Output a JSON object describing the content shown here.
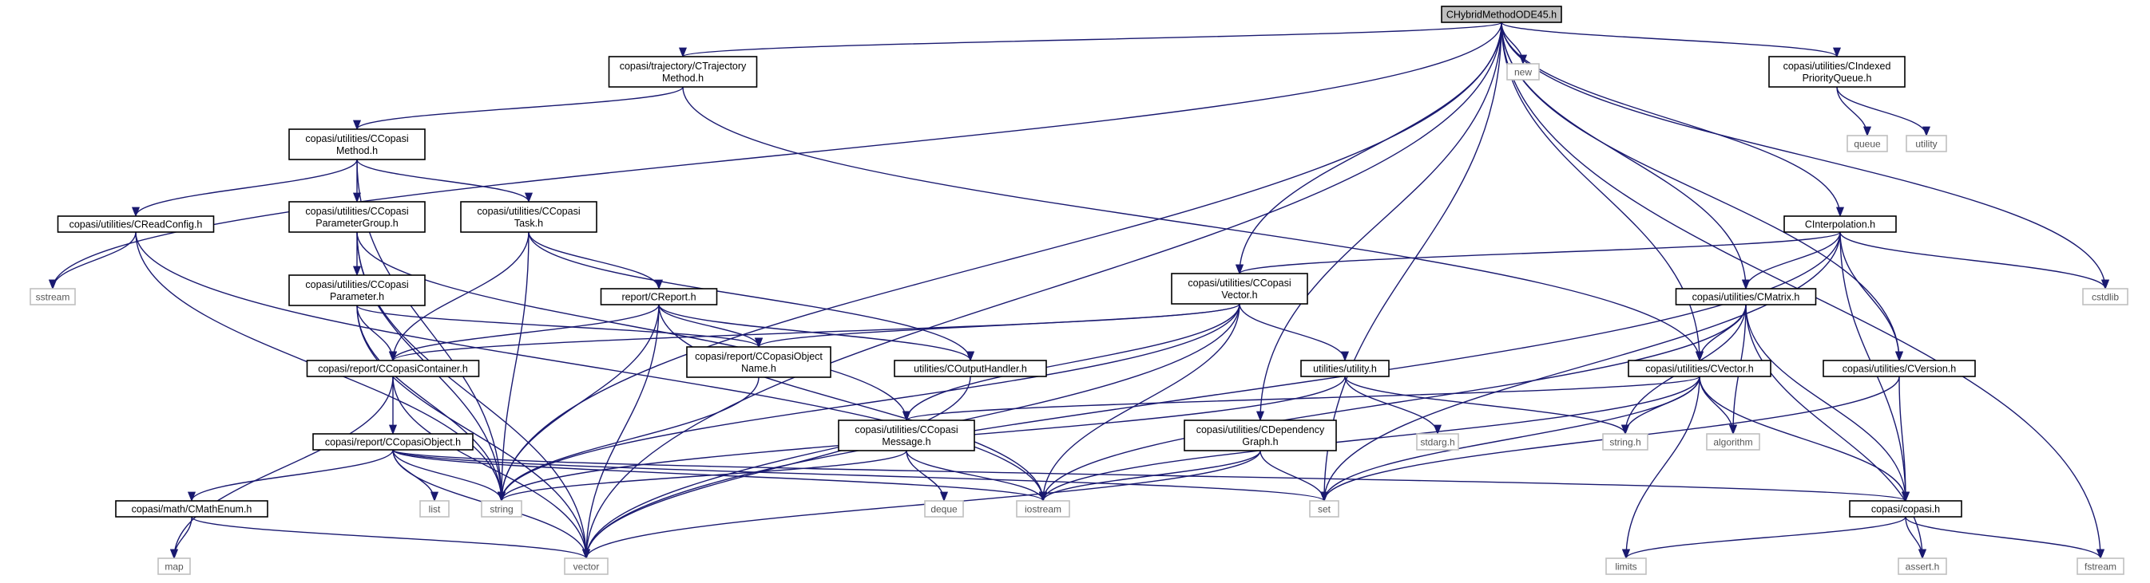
{
  "diagram": {
    "type": "include-dependency-graph",
    "colors": {
      "edge": "#191970",
      "root_fill": "#bfbfbf",
      "node_border": "#000000",
      "system_border": "#bfbfbf",
      "background": "#ffffff"
    },
    "nodes": [
      {
        "id": "root",
        "lines": [
          "CHybridMethodODE45.h"
        ],
        "kind": "root"
      },
      {
        "id": "ctraj",
        "lines": [
          "copasi/trajectory/CTrajectory",
          "Method.h"
        ],
        "kind": "file"
      },
      {
        "id": "new",
        "lines": [
          "new"
        ],
        "kind": "system"
      },
      {
        "id": "cindexed",
        "lines": [
          "copasi/utilities/CIndexed",
          "PriorityQueue.h"
        ],
        "kind": "file"
      },
      {
        "id": "queue",
        "lines": [
          "queue"
        ],
        "kind": "system"
      },
      {
        "id": "utility",
        "lines": [
          "utility"
        ],
        "kind": "system"
      },
      {
        "id": "cmethod",
        "lines": [
          "copasi/utilities/CCopasi",
          "Method.h"
        ],
        "kind": "file"
      },
      {
        "id": "creadconfig",
        "lines": [
          "copasi/utilities/CReadConfig.h"
        ],
        "kind": "file"
      },
      {
        "id": "cparamgroup",
        "lines": [
          "copasi/utilities/CCopasi",
          "ParameterGroup.h"
        ],
        "kind": "file"
      },
      {
        "id": "ctask",
        "lines": [
          "copasi/utilities/CCopasi",
          "Task.h"
        ],
        "kind": "file"
      },
      {
        "id": "cinterp",
        "lines": [
          "CInterpolation.h"
        ],
        "kind": "file"
      },
      {
        "id": "sstream",
        "lines": [
          "sstream"
        ],
        "kind": "system"
      },
      {
        "id": "cparameter",
        "lines": [
          "copasi/utilities/CCopasi",
          "Parameter.h"
        ],
        "kind": "file"
      },
      {
        "id": "creport",
        "lines": [
          "report/CReport.h"
        ],
        "kind": "file"
      },
      {
        "id": "ccvector",
        "lines": [
          "copasi/utilities/CCopasi",
          "Vector.h"
        ],
        "kind": "file"
      },
      {
        "id": "cmatrix",
        "lines": [
          "copasi/utilities/CMatrix.h"
        ],
        "kind": "file"
      },
      {
        "id": "cstdlib",
        "lines": [
          "cstdlib"
        ],
        "kind": "system"
      },
      {
        "id": "ccontainer",
        "lines": [
          "copasi/report/CCopasiContainer.h"
        ],
        "kind": "file"
      },
      {
        "id": "cobjname",
        "lines": [
          "copasi/report/CCopasiObject",
          "Name.h"
        ],
        "kind": "file"
      },
      {
        "id": "coutput",
        "lines": [
          "utilities/COutputHandler.h"
        ],
        "kind": "file"
      },
      {
        "id": "utilityh",
        "lines": [
          "utilities/utility.h"
        ],
        "kind": "file"
      },
      {
        "id": "cvector",
        "lines": [
          "copasi/utilities/CVector.h"
        ],
        "kind": "file"
      },
      {
        "id": "cversion",
        "lines": [
          "copasi/utilities/CVersion.h"
        ],
        "kind": "file"
      },
      {
        "id": "cobject",
        "lines": [
          "copasi/report/CCopasiObject.h"
        ],
        "kind": "file"
      },
      {
        "id": "cmessage",
        "lines": [
          "copasi/utilities/CCopasi",
          "Message.h"
        ],
        "kind": "file"
      },
      {
        "id": "stdarg",
        "lines": [
          "stdarg.h"
        ],
        "kind": "system"
      },
      {
        "id": "cdepgraph",
        "lines": [
          "copasi/utilities/CDependency",
          "Graph.h"
        ],
        "kind": "file"
      },
      {
        "id": "stringh",
        "lines": [
          "string.h"
        ],
        "kind": "system"
      },
      {
        "id": "algorithm",
        "lines": [
          "algorithm"
        ],
        "kind": "system"
      },
      {
        "id": "cmathenum",
        "lines": [
          "copasi/math/CMathEnum.h"
        ],
        "kind": "file"
      },
      {
        "id": "list",
        "lines": [
          "list"
        ],
        "kind": "system"
      },
      {
        "id": "string",
        "lines": [
          "string"
        ],
        "kind": "system"
      },
      {
        "id": "deque",
        "lines": [
          "deque"
        ],
        "kind": "system"
      },
      {
        "id": "iostream",
        "lines": [
          "iostream"
        ],
        "kind": "system"
      },
      {
        "id": "set",
        "lines": [
          "set"
        ],
        "kind": "system"
      },
      {
        "id": "copasih",
        "lines": [
          "copasi/copasi.h"
        ],
        "kind": "file"
      },
      {
        "id": "map",
        "lines": [
          "map"
        ],
        "kind": "system"
      },
      {
        "id": "vector",
        "lines": [
          "vector"
        ],
        "kind": "system"
      },
      {
        "id": "limits",
        "lines": [
          "limits"
        ],
        "kind": "system"
      },
      {
        "id": "asserth",
        "lines": [
          "assert.h"
        ],
        "kind": "system"
      },
      {
        "id": "fstream",
        "lines": [
          "fstream"
        ],
        "kind": "system"
      }
    ],
    "edges": [
      [
        "root",
        "ctraj"
      ],
      [
        "root",
        "sstream"
      ],
      [
        "root",
        "string"
      ],
      [
        "root",
        "new"
      ],
      [
        "root",
        "cindexed"
      ],
      [
        "root",
        "ccvector"
      ],
      [
        "root",
        "cdepgraph"
      ],
      [
        "root",
        "cmatrix"
      ],
      [
        "root",
        "cinterp"
      ],
      [
        "root",
        "cvector"
      ],
      [
        "root",
        "cversion"
      ],
      [
        "root",
        "cstdlib"
      ],
      [
        "root",
        "fstream"
      ],
      [
        "root",
        "set"
      ],
      [
        "root",
        "vector"
      ],
      [
        "cindexed",
        "queue"
      ],
      [
        "cindexed",
        "utility"
      ],
      [
        "ctraj",
        "cmethod"
      ],
      [
        "ctraj",
        "cvector"
      ],
      [
        "cmethod",
        "creadconfig"
      ],
      [
        "cmethod",
        "cparamgroup"
      ],
      [
        "cmethod",
        "ctask"
      ],
      [
        "cmethod",
        "string"
      ],
      [
        "creadconfig",
        "sstream"
      ],
      [
        "creadconfig",
        "string"
      ],
      [
        "creadconfig",
        "iostream"
      ],
      [
        "cparamgroup",
        "cparameter"
      ],
      [
        "cparamgroup",
        "cmessage"
      ],
      [
        "cparamgroup",
        "vector"
      ],
      [
        "cparamgroup",
        "string"
      ],
      [
        "ctask",
        "ccontainer"
      ],
      [
        "ctask",
        "creport"
      ],
      [
        "ctask",
        "coutput"
      ],
      [
        "ctask",
        "string"
      ],
      [
        "cparameter",
        "ccontainer"
      ],
      [
        "cparameter",
        "cobjname"
      ],
      [
        "cparameter",
        "string"
      ],
      [
        "cparameter",
        "vector"
      ],
      [
        "creport",
        "ccontainer"
      ],
      [
        "creport",
        "cobjname"
      ],
      [
        "creport",
        "coutput"
      ],
      [
        "creport",
        "string"
      ],
      [
        "creport",
        "vector"
      ],
      [
        "creport",
        "iostream"
      ],
      [
        "ccontainer",
        "cobject"
      ],
      [
        "ccontainer",
        "map"
      ],
      [
        "ccontainer",
        "vector"
      ],
      [
        "cobject",
        "cmathenum"
      ],
      [
        "cobject",
        "list"
      ],
      [
        "cobject",
        "string"
      ],
      [
        "cobject",
        "vector"
      ],
      [
        "cobject",
        "set"
      ],
      [
        "cobject",
        "iostream"
      ],
      [
        "cobject",
        "copasih"
      ],
      [
        "cmathenum",
        "map"
      ],
      [
        "cmathenum",
        "vector"
      ],
      [
        "cobjname",
        "string"
      ],
      [
        "coutput",
        "vector"
      ],
      [
        "ccvector",
        "ccontainer"
      ],
      [
        "ccvector",
        "cobjname"
      ],
      [
        "ccvector",
        "utilityh"
      ],
      [
        "ccvector",
        "cmessage"
      ],
      [
        "ccvector",
        "iostream"
      ],
      [
        "ccvector",
        "vector"
      ],
      [
        "ccvector",
        "string"
      ],
      [
        "utilityh",
        "string"
      ],
      [
        "utilityh",
        "stdarg"
      ],
      [
        "utilityh",
        "stringh"
      ],
      [
        "cmessage",
        "string"
      ],
      [
        "cmessage",
        "deque"
      ],
      [
        "cmessage",
        "iostream"
      ],
      [
        "cinterp",
        "ccvector"
      ],
      [
        "cinterp",
        "cmatrix"
      ],
      [
        "cinterp",
        "cstdlib"
      ],
      [
        "cinterp",
        "cversion"
      ],
      [
        "cinterp",
        "copasih"
      ],
      [
        "cinterp",
        "set"
      ],
      [
        "cinterp",
        "vector"
      ],
      [
        "cmatrix",
        "cvector"
      ],
      [
        "cmatrix",
        "stringh"
      ],
      [
        "cmatrix",
        "algorithm"
      ],
      [
        "cmatrix",
        "copasih"
      ],
      [
        "cmatrix",
        "asserth"
      ],
      [
        "cmatrix",
        "iostream"
      ],
      [
        "cvector",
        "cmessage"
      ],
      [
        "cvector",
        "stringh"
      ],
      [
        "cvector",
        "algorithm"
      ],
      [
        "cvector",
        "limits"
      ],
      [
        "cvector",
        "copasih"
      ],
      [
        "cvector",
        "set"
      ],
      [
        "cvector",
        "iostream"
      ],
      [
        "cversion",
        "copasih"
      ],
      [
        "cversion",
        "set"
      ],
      [
        "cdepgraph",
        "set"
      ],
      [
        "cdepgraph",
        "iostream"
      ],
      [
        "cdepgraph",
        "vector"
      ],
      [
        "copasih",
        "limits"
      ],
      [
        "copasih",
        "asserth"
      ],
      [
        "copasih",
        "fstream"
      ]
    ]
  }
}
